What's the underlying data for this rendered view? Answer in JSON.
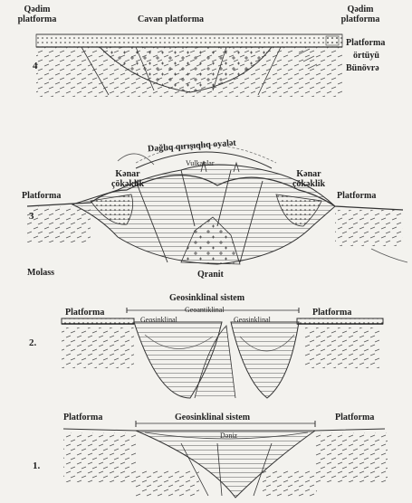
{
  "panel4": {
    "number": "4",
    "left_label": "Qədim\nplatforma",
    "center_label": "Cavan platforma",
    "right_label": "Qədim\nplatforma",
    "legend_1": "Platforma",
    "legend_2": "örtüyü",
    "legend_3": "Bünövrə"
  },
  "panel3": {
    "number": "3",
    "top_label": "Dağlıq qırışıqlıq oyalət",
    "vulcan_label": "Vulkanlar",
    "left_trough": "Kənar\nçökəklik",
    "right_trough": "Kənar\nçökəklik",
    "left_platform": "Platforma",
    "right_platform": "Platforma",
    "molasse": "Molass",
    "granite": "Qranit"
  },
  "panel2": {
    "number": "2.",
    "system_label": "Geosinklinal sistem",
    "anticline_label": "Geoantiklinal",
    "left_geo": "Geosinklinal",
    "right_geo": "Geosinklinal",
    "left_platform": "Platforma",
    "right_platform": "Platforma"
  },
  "panel1": {
    "number": "1.",
    "system_label": "Geosinklinal sistem",
    "sea_label": "Dəniz",
    "left_platform": "Platforma",
    "right_platform": "Platforma"
  }
}
